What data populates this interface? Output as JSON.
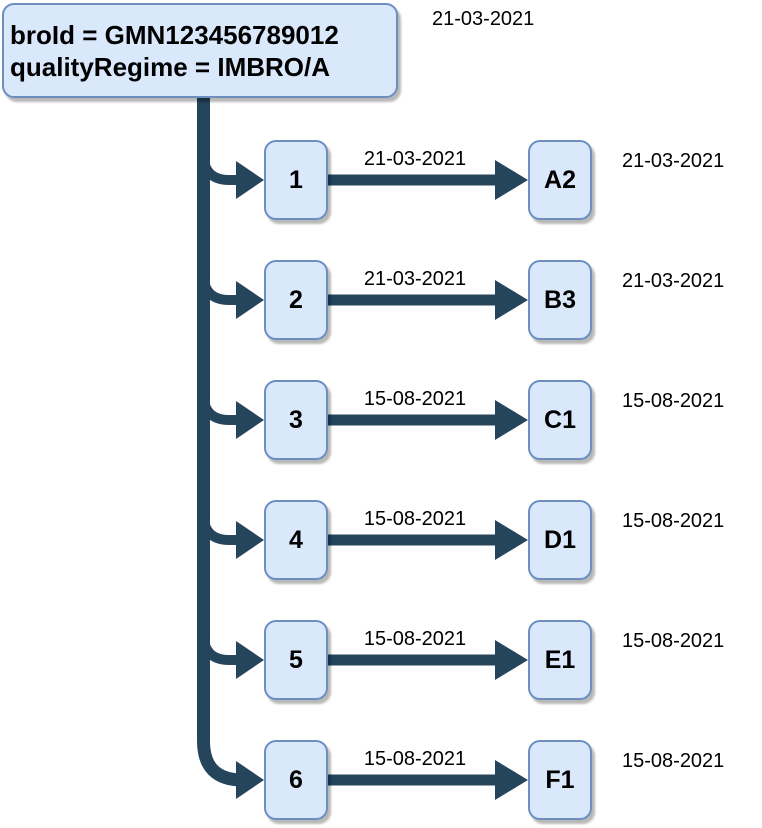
{
  "diagram": {
    "type": "tree",
    "root": {
      "line1": "broId = GMN123456789012",
      "line2": "qualityRegime = IMBRO/A",
      "date": "21-03-2021"
    },
    "rows": [
      {
        "num": "1",
        "edge_date": "21-03-2021",
        "code": "A2",
        "right_date": "21-03-2021"
      },
      {
        "num": "2",
        "edge_date": "21-03-2021",
        "code": "B3",
        "right_date": "21-03-2021"
      },
      {
        "num": "3",
        "edge_date": "15-08-2021",
        "code": "C1",
        "right_date": "15-08-2021"
      },
      {
        "num": "4",
        "edge_date": "15-08-2021",
        "code": "D1",
        "right_date": "15-08-2021"
      },
      {
        "num": "5",
        "edge_date": "15-08-2021",
        "code": "E1",
        "right_date": "15-08-2021"
      },
      {
        "num": "6",
        "edge_date": "15-08-2021",
        "code": "F1",
        "right_date": "15-08-2021"
      }
    ]
  },
  "colors": {
    "node_fill": "#dae8fc",
    "node_stroke": "#6c8ebf",
    "edge": "#24455c",
    "text": "#000000",
    "background": "#ffffff"
  }
}
